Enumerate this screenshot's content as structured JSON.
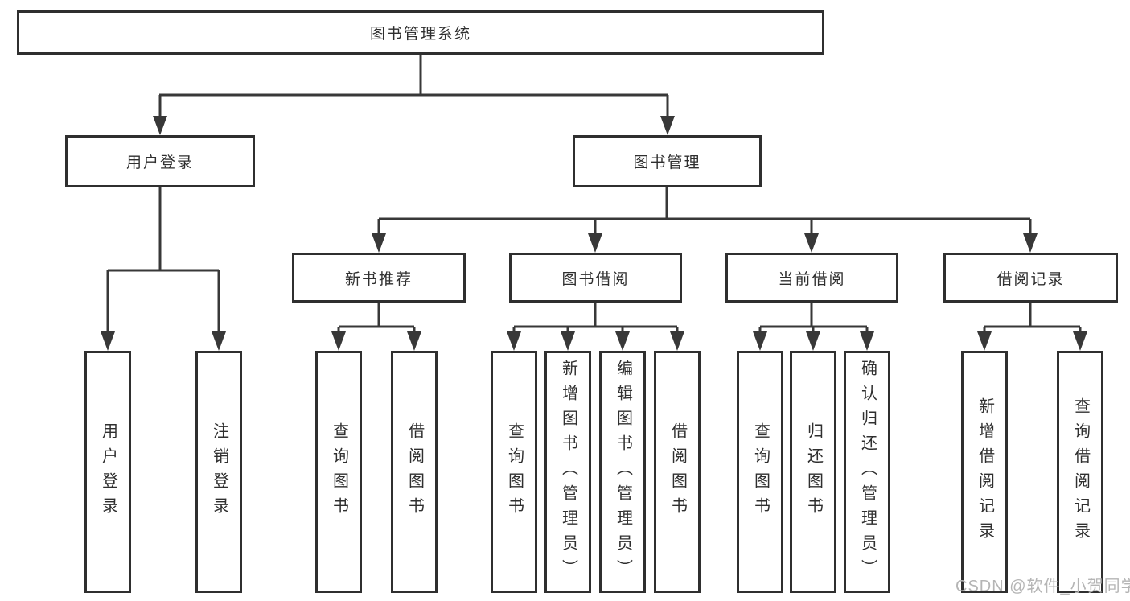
{
  "nodes": {
    "root": "图书管理系统",
    "level2": [
      {
        "label": "用户登录",
        "children": [
          "用户登录",
          "注销登录"
        ]
      },
      {
        "label": "图书管理",
        "children": [
          {
            "label": "新书推荐",
            "children": [
              "查询图书",
              "借阅图书"
            ]
          },
          {
            "label": "图书借阅",
            "children": [
              "查询图书",
              "新增图书（管理员）",
              "编辑图书（管理员）",
              "借阅图书"
            ]
          },
          {
            "label": "当前借阅",
            "children": [
              "查询图书",
              "归还图书",
              "确认归还（管理员）"
            ]
          },
          {
            "label": "借阅记录",
            "children": [
              "新增借阅记录",
              "查询借阅记录"
            ]
          }
        ]
      }
    ]
  },
  "watermark": {
    "text": "CSDN @软件_小贺同学"
  },
  "colors": {
    "background": "#ffffff",
    "line": "#383838",
    "box_border": "#2f2f2f",
    "text": "#2f2f2f",
    "watermark": "#b5b5b5"
  }
}
